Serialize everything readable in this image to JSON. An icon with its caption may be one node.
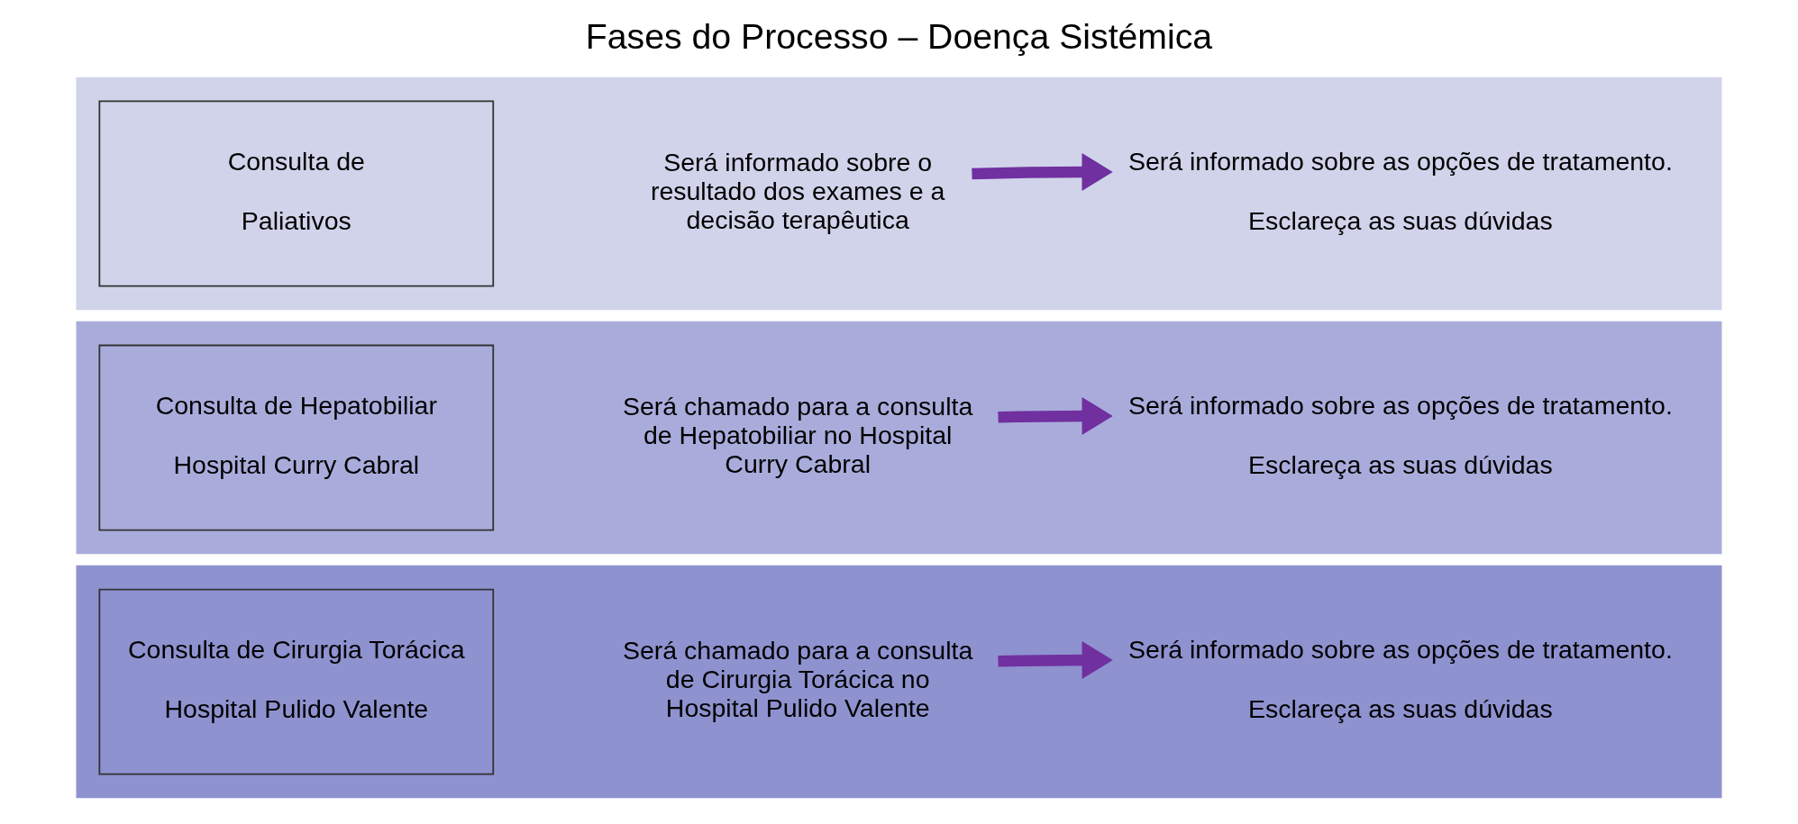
{
  "diagram": {
    "title": "Fases do Processo – Doença Sistémica",
    "nodes": [
      {
        "text": [],
        "shape": "bar"
      },
      {
        "text": [
          "Consulta de",
          "Paliativos"
        ],
        "in": 0
      },
      {
        "text": [
          "Será informado sobre o resultado dos exames e a decisão terapêutica"
        ],
        "in": 0
      },
      {
        "text": [
          "Será informado sobre as opções de tratamento.",
          "Esclareça as suas dúvidas"
        ],
        "in": 0
      },
      {
        "text": [],
        "shape": "bar"
      },
      {
        "text": [
          "Consulta de Hepatobiliar",
          "Hospital Curry Cabral"
        ],
        "in": 4
      },
      {
        "text": [
          "Será chamado para a consulta de Hepatobiliar no Hospital Curry Cabral"
        ],
        "in": 4
      },
      {
        "text": [
          "Será informado sobre as opções de tratamento.",
          "Esclareça as suas dúvidas"
        ],
        "in": 4
      },
      {
        "text": [],
        "shape": "bar"
      },
      {
        "text": [
          "Consulta de Cirurgia Torácica",
          "Hospital Pulido Valente"
        ],
        "in": 8
      },
      {
        "text": [
          "Será chamado para a consulta de Cirurgia Torácica no Hospital Pulido Valente"
        ],
        "in": 8
      },
      {
        "text": [
          "Será informado sobre as opções de tratamento.",
          "Esclareça as suas dúvidas"
        ],
        "in": 8
      }
    ],
    "edges": [
      {
        "from": 2,
        "to": 3,
        "arrow": "to"
      },
      {
        "from": 6,
        "to": 7,
        "arrow": "to"
      },
      {
        "from": 10,
        "to": 11,
        "arrow": "to"
      }
    ]
  }
}
